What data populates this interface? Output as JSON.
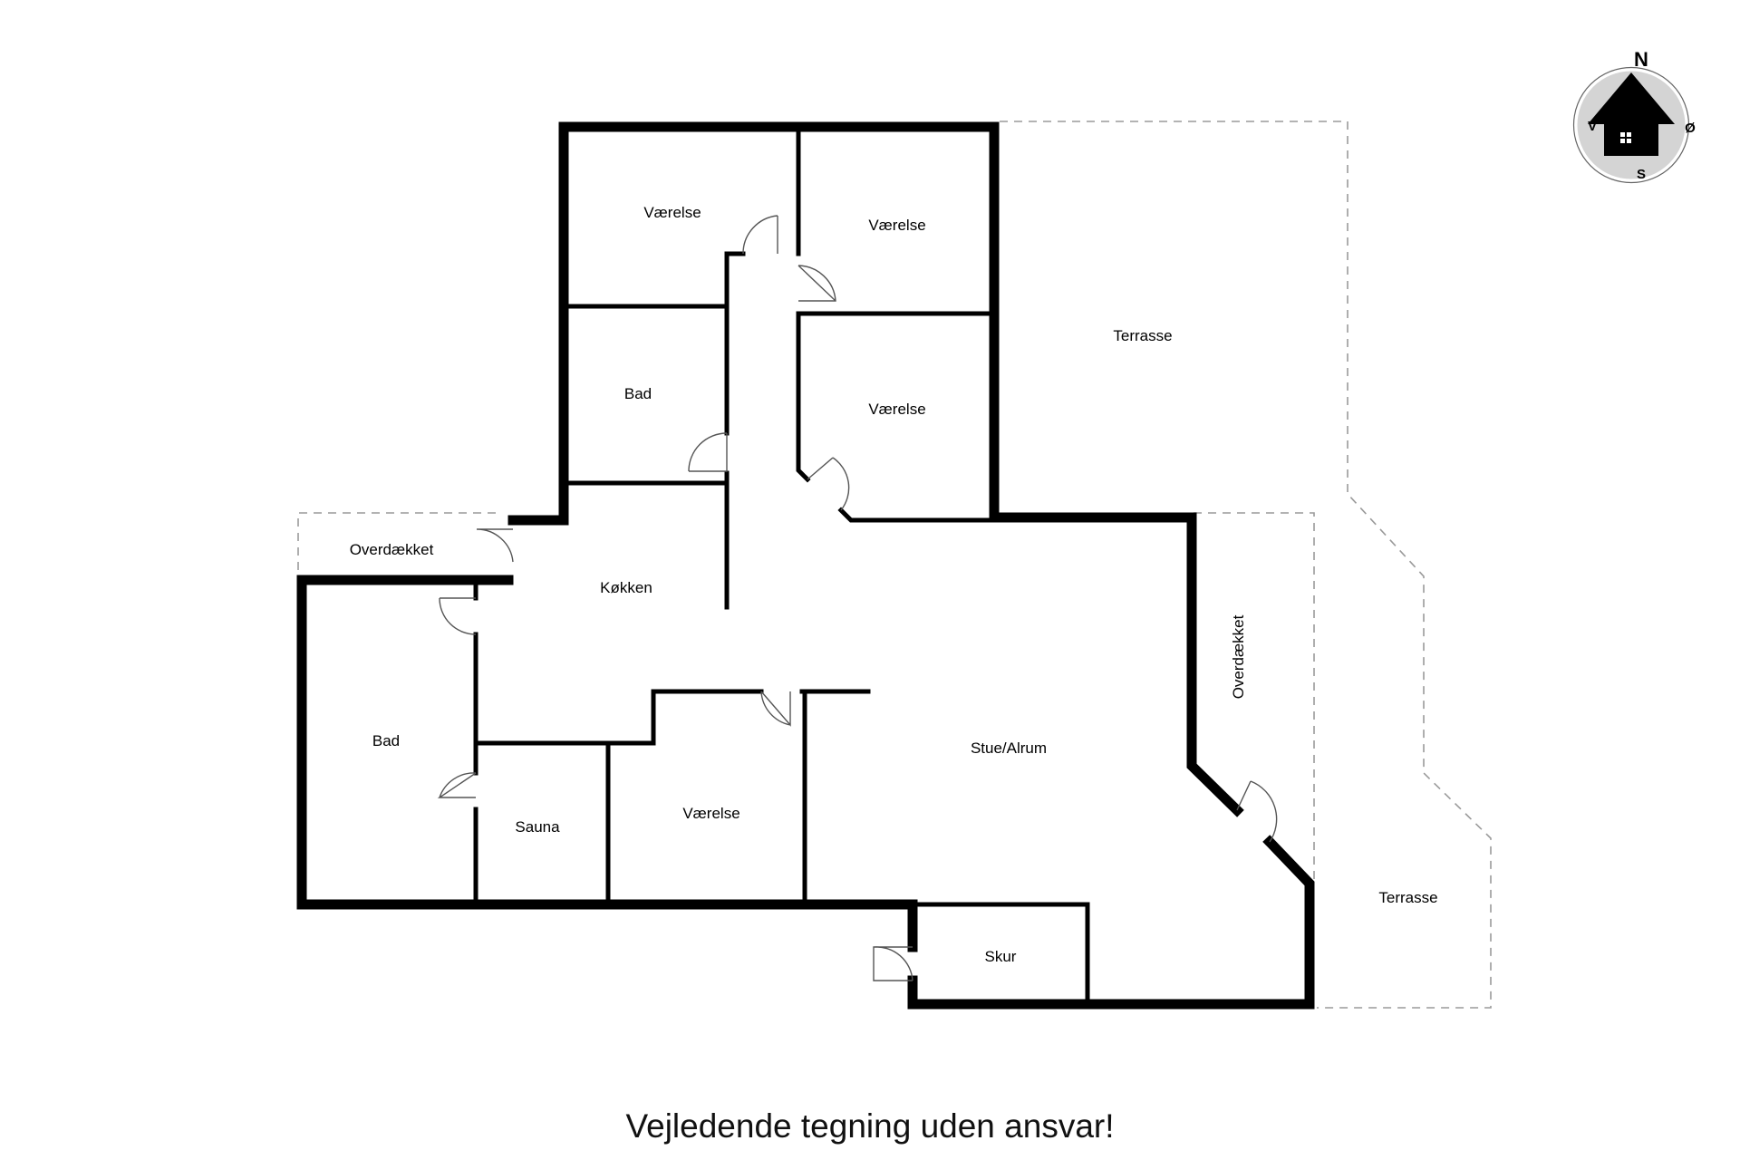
{
  "rooms": {
    "vaerelse_1": "Værelse",
    "vaerelse_2": "Værelse",
    "vaerelse_3": "Værelse",
    "vaerelse_4": "Værelse",
    "bad_1": "Bad",
    "bad_2": "Bad",
    "koekken": "Køkken",
    "overdaekket_1": "Overdækket",
    "overdaekket_2": "Overdækket",
    "terrasse_1": "Terrasse",
    "terrasse_2": "Terrasse",
    "stue": "Stue/Alrum",
    "sauna": "Sauna",
    "skur": "Skur"
  },
  "compass": {
    "north": "N",
    "south": "S",
    "west": "V",
    "east": "Ø"
  },
  "disclaimer": "Vejledende tegning uden ansvar!",
  "colors": {
    "walls": "#000000",
    "covered_outline": "#9a9a9a",
    "compass_fill": "#d4d4d4"
  }
}
